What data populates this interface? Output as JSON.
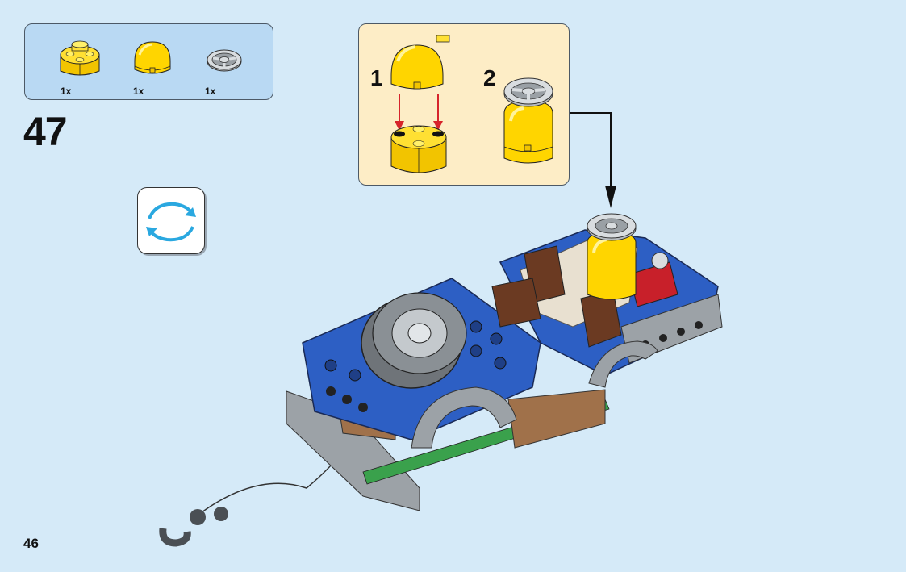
{
  "parts_list": {
    "items": [
      {
        "icon": "yellow-round-brick-2x2-icon",
        "qty": "1x"
      },
      {
        "icon": "yellow-round-dome-2x2-icon",
        "qty": "1x"
      },
      {
        "icon": "light-gray-steering-wheel-icon",
        "qty": "1x"
      }
    ]
  },
  "step": {
    "number": "47"
  },
  "rotate": {
    "icon": "rotate-model-icon"
  },
  "sub_steps": [
    {
      "number": "1"
    },
    {
      "number": "2"
    }
  ],
  "page": {
    "number": "46"
  },
  "colors": {
    "background": "#d5eaf8",
    "parts_box": "#b9d9f3",
    "sub_box": "#fdedc6",
    "brick_yellow": "#ffd500",
    "vehicle_blue": "#2d5fc4",
    "arrow_red": "#d6242b",
    "rotate_arrow": "#2aa8e0"
  }
}
